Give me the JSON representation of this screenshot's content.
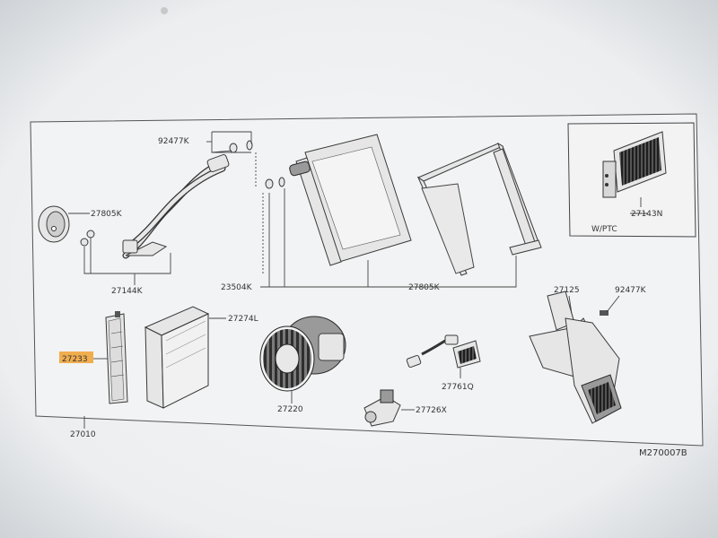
{
  "diagram": {
    "code": "M270007B",
    "labels": {
      "hose_clip": "92477K",
      "seal_left": "27805K",
      "pipe": "27144K",
      "heater_core": "23504K",
      "seal_right": "27805K",
      "ptc_heater": "27143N",
      "ptc_note": "W/PTC",
      "cabin_filter": "27274L",
      "filter_cover": "27233",
      "blower_motor": "27220",
      "resistor": "27761Q",
      "actuator": "27726X",
      "bracket": "27125",
      "bracket_clip": "92477K",
      "assembly": "27010"
    }
  },
  "colors": {
    "highlight": "#f0a030",
    "paper": "#f4f4f4",
    "ink": "#333333"
  }
}
